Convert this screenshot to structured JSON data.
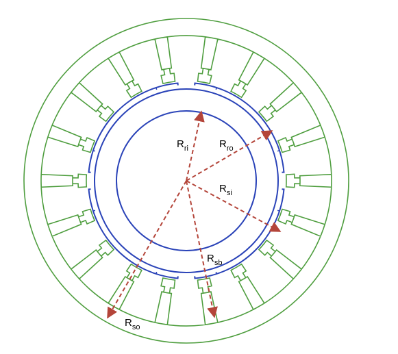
{
  "colors": {
    "stator": "#4f9e3f",
    "rotor": "#2a43b8",
    "arrow": "#b4453a",
    "background": "#ffffff"
  },
  "stator": {
    "slot_count": 18
  },
  "rotor": {
    "magnet_count": 4
  },
  "labels": {
    "r_ri": {
      "main": "R",
      "sub": "ri"
    },
    "r_ro": {
      "main": "R",
      "sub": "ro"
    },
    "r_si": {
      "main": "R",
      "sub": "si"
    },
    "r_sb": {
      "main": "R",
      "sub": "sb"
    },
    "r_so": {
      "main": "R",
      "sub": "so"
    }
  }
}
